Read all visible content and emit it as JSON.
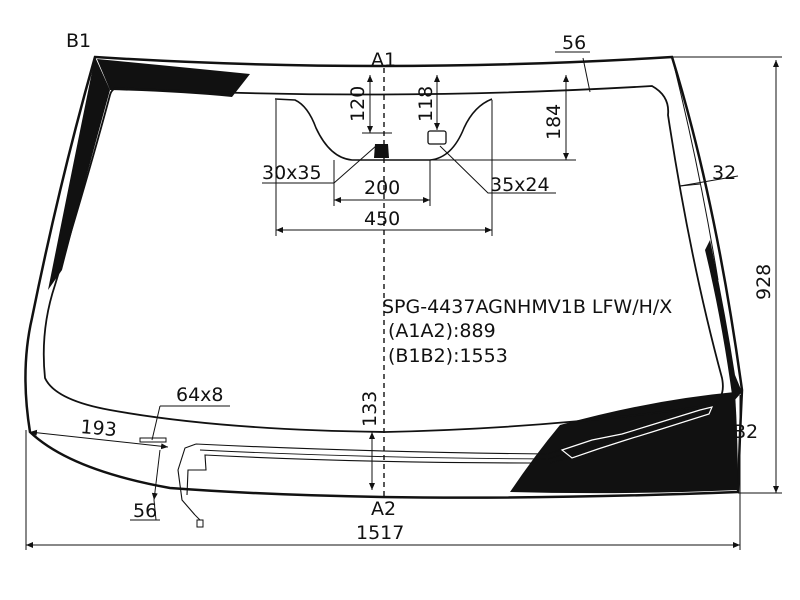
{
  "part_code": "SPG-4437AGNHMV1B LFW/H/X",
  "a1a2_label": "(A1A2):889",
  "b1b2_label": "(B1B2):1553",
  "points": {
    "a1": "A1",
    "a2": "A2",
    "b1": "B1",
    "b2": "B2"
  },
  "dimensions": {
    "overall_width": "1517",
    "overall_height": "928",
    "top_band": "56",
    "side_band": "32",
    "depth_120": "120",
    "depth_118": "118",
    "depth_184": "184",
    "width_200": "200",
    "width_450": "450",
    "bottom_133": "133",
    "left_193": "193",
    "bottom_56": "56",
    "sensor_small": "30x35",
    "sensor_large": "35x24",
    "heater_strip": "64x8"
  },
  "colors": {
    "line": "#111111",
    "frit": "#111111",
    "background": "#ffffff"
  }
}
